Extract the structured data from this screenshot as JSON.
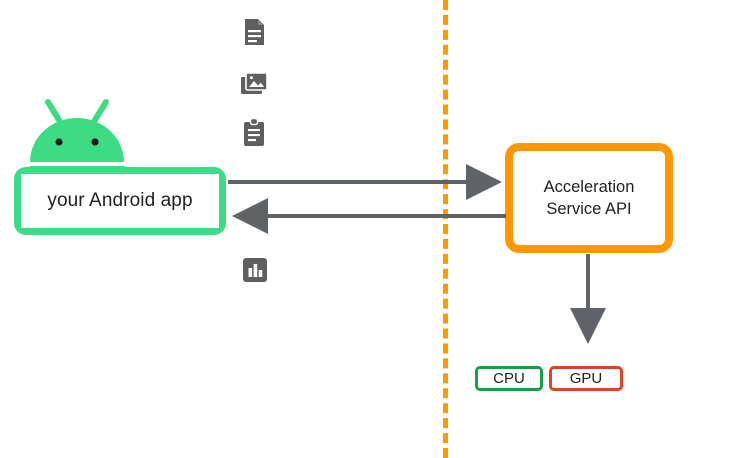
{
  "diagram": {
    "title": "Acceleration Service API architecture",
    "background_color": "#ffffff",
    "colors": {
      "android_green": "#3DDC84",
      "api_orange": "#FF9800",
      "boundary_orange": "#FF9900",
      "arrow_gray": "#5F6368",
      "icon_gray": "#5F5F5F",
      "cpu_green": "#17A04A",
      "gpu_red": "#DB4426",
      "text_dark": "#202124"
    }
  },
  "client_side": {
    "logo": {
      "name": "android-robot-logo",
      "color": "#3DDC84"
    },
    "app_box": {
      "label": "your Android app",
      "border_color": "#3DDC84"
    },
    "data_icons": [
      {
        "name": "article-icon",
        "label": "article"
      },
      {
        "name": "photos-icon",
        "label": "photos"
      },
      {
        "name": "clipboard-icon",
        "label": "clipboard"
      },
      {
        "name": "barchart-icon",
        "label": "bar chart"
      }
    ]
  },
  "boundary": {
    "name": "process-boundary-divider",
    "style": "dashed",
    "color": "#FF9900"
  },
  "service_side": {
    "api_box": {
      "line1": "Acceleration",
      "line2": "Service API",
      "border_color": "#FF9800"
    },
    "hardware": [
      {
        "name": "cpu-pill",
        "label": "CPU",
        "border_color": "#17A04A"
      },
      {
        "name": "gpu-pill",
        "label": "GPU",
        "border_color": "#DB4426"
      }
    ]
  },
  "connections": [
    {
      "name": "app-to-api-arrow",
      "direction": "right",
      "color": "#5F6368"
    },
    {
      "name": "api-to-app-arrow",
      "direction": "left",
      "color": "#5F6368"
    },
    {
      "name": "api-to-hardware-arrow",
      "direction": "down",
      "color": "#5F6368"
    }
  ]
}
